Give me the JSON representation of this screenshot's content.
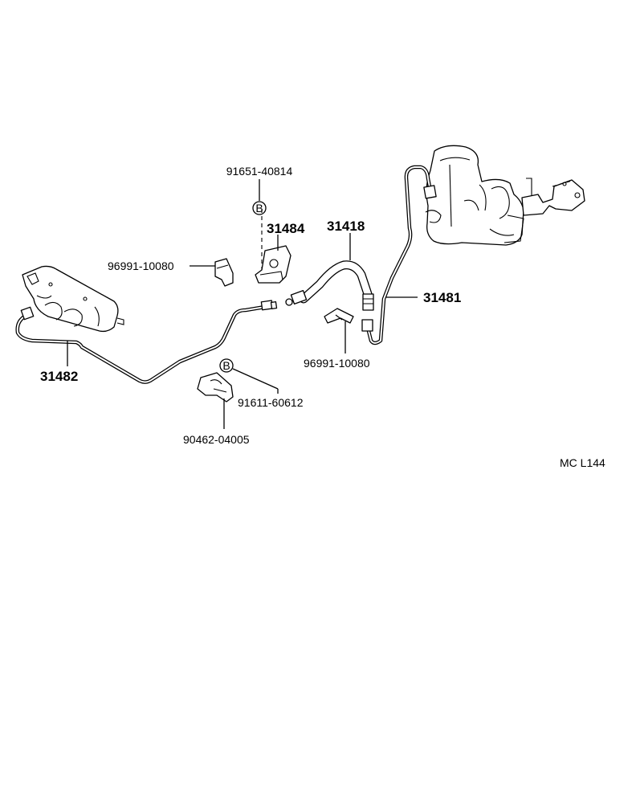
{
  "labels": {
    "p31418": "31418",
    "p31481": "31481",
    "p31482": "31482",
    "p31484": "31484",
    "c96991_a": "96991-10080",
    "c96991_b": "96991-10080",
    "c91651": "91651-40814",
    "c91611": "91611-60612",
    "c90462": "90462-04005",
    "marker_b1": "B",
    "marker_b2": "B",
    "diagram_code": "MC  L144"
  }
}
